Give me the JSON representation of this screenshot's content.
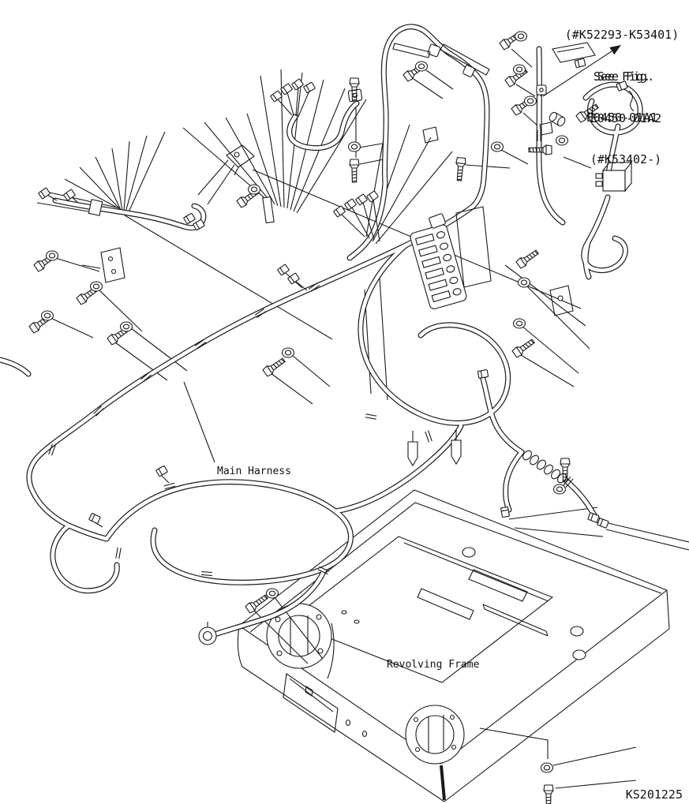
{
  "page": {
    "background": "#ffffff",
    "line_color": "#1a1a1a"
  },
  "header_note": {
    "serial_range_top": "(#K52293-K53401)",
    "fig_ref_1": {
      "line1": "See Fig.",
      "line2": "E0450-01A1"
    },
    "fig_ref_2": {
      "line1": "See Fig.",
      "line2": "E0450-01A2",
      "serial_range": "(#K53402-)"
    }
  },
  "part_labels": {
    "main_harness": "Main Harness",
    "revolving_frame": "Revolving Frame"
  },
  "footer": {
    "drawing_number": "KS201225"
  }
}
